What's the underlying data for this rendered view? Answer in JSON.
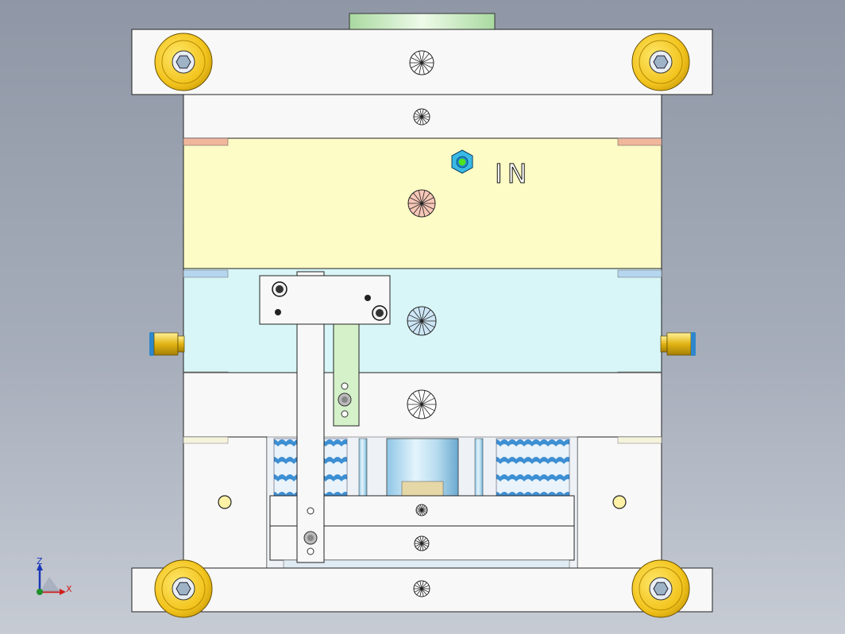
{
  "viewport": {
    "label_in": "IN",
    "triad": {
      "z_label": "Z",
      "x_label": "X"
    }
  },
  "colors": {
    "background_top": "#8f97a6",
    "background_bottom": "#c6cbd4",
    "plate_white": "#f8f8f8",
    "cavity_plate": "#fdfbc6",
    "core_plate": "#d8f6f7",
    "screw_yellow": "#f2c31c",
    "spring_blue": "#3d8fd3",
    "sprue_green": "#d5f1c9",
    "pad_orange": "#f0b79c",
    "pad_blue": "#b6d6ef"
  },
  "icons": [
    "cap-screw-icon",
    "hex-nut-icon",
    "coolant-fitting-icon",
    "ejector-pin-icon",
    "spring-icon",
    "axis-triad-icon"
  ]
}
